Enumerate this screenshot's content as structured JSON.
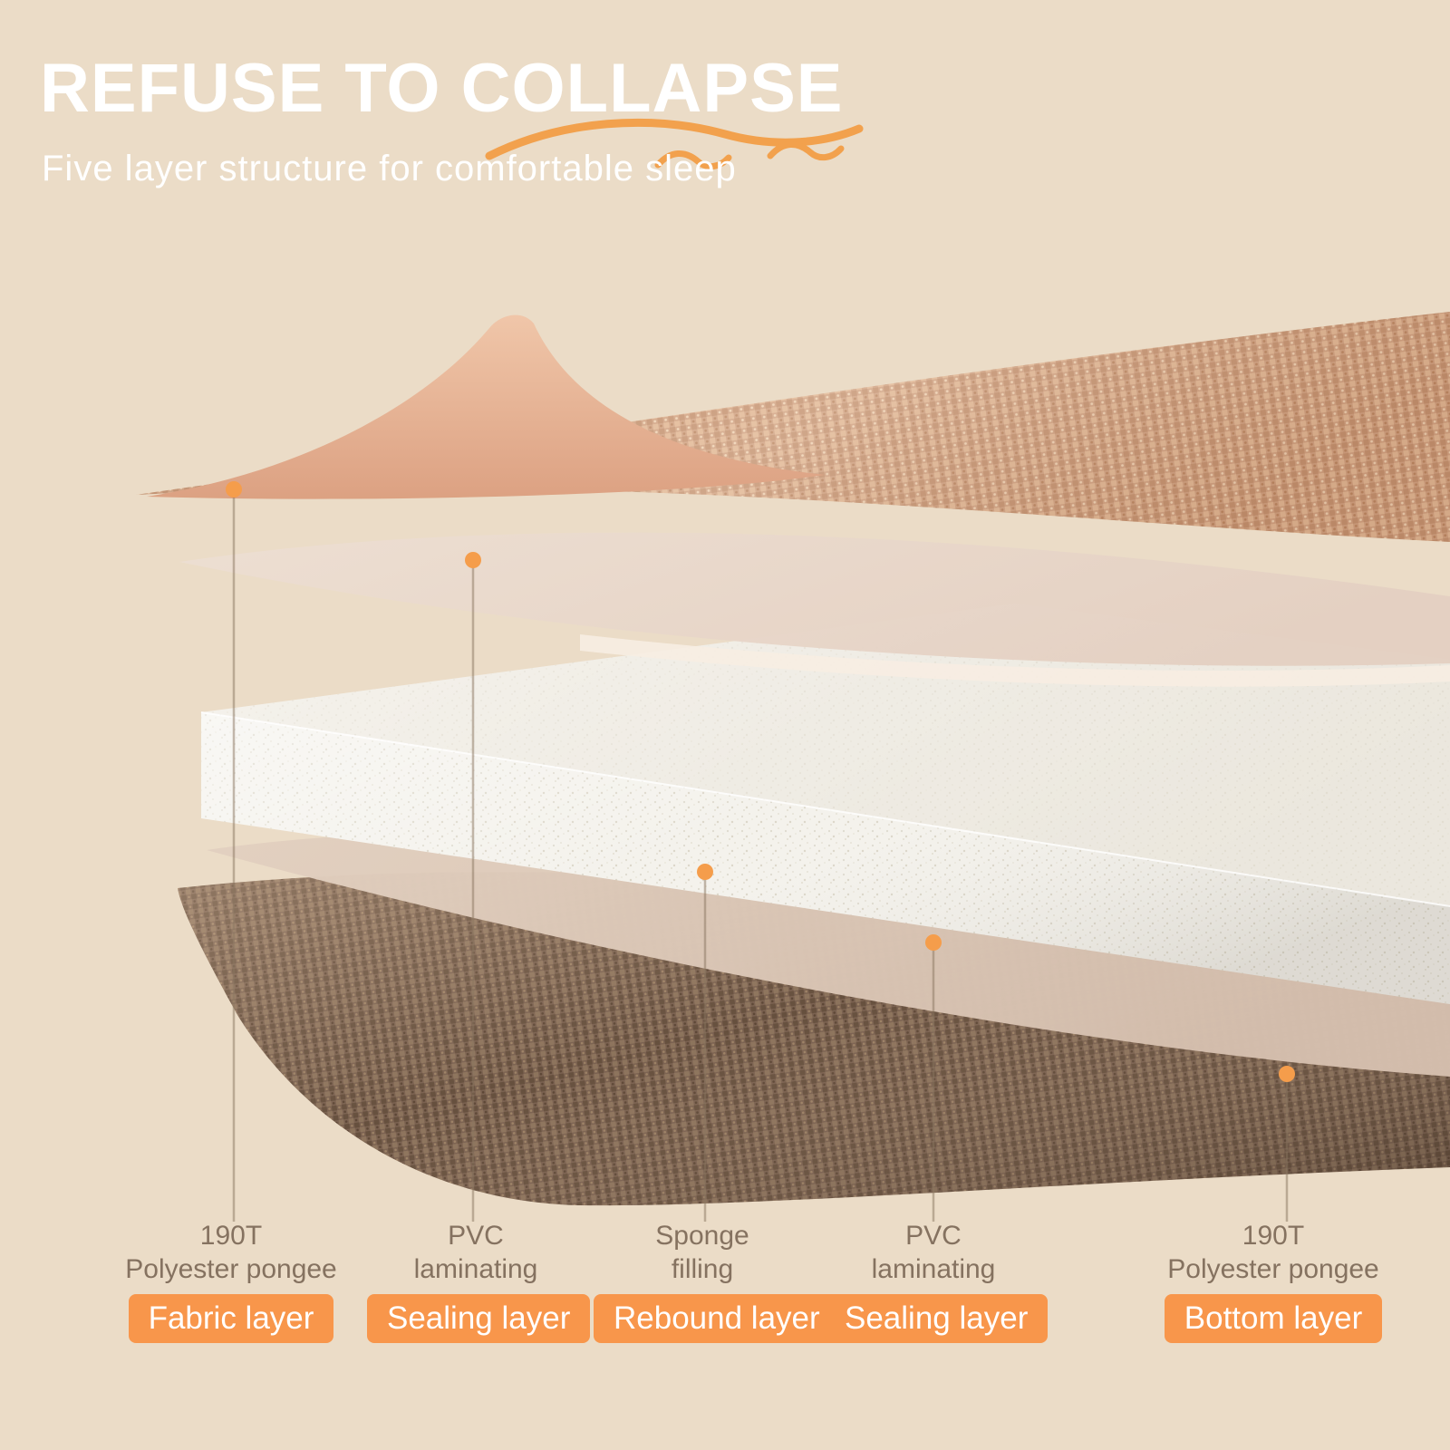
{
  "header": {
    "title": "REFUSE TO COLLAPSE",
    "subtitle": "Five layer structure for comfortable sleep"
  },
  "colors": {
    "background": "#EBDCC7",
    "accent_orange": "#F2A14D",
    "badge_orange": "#F8964B",
    "leader_dot_orange": "#F59D4B",
    "label_text": "#857260",
    "title_text": "#FFFFFF",
    "sponge_white": "#F4F2EC",
    "top_fabric_tan": "#CFA081",
    "bottom_fabric_brown": "#7A6150",
    "curl_pink": "#E5B294",
    "sealing_beige": "#E6D5C6"
  },
  "layers": [
    {
      "material": [
        "190T",
        "Polyester pongee"
      ],
      "badge": "Fabric layer"
    },
    {
      "material": [
        "PVC",
        "laminating"
      ],
      "badge": "Sealing layer"
    },
    {
      "material": [
        "Sponge",
        "filling"
      ],
      "badge": "Rebound layer"
    },
    {
      "material": [
        "PVC",
        "laminating"
      ],
      "badge": "Sealing layer"
    },
    {
      "material": [
        "190T",
        "Polyester pongee"
      ],
      "badge": "Bottom layer"
    }
  ]
}
